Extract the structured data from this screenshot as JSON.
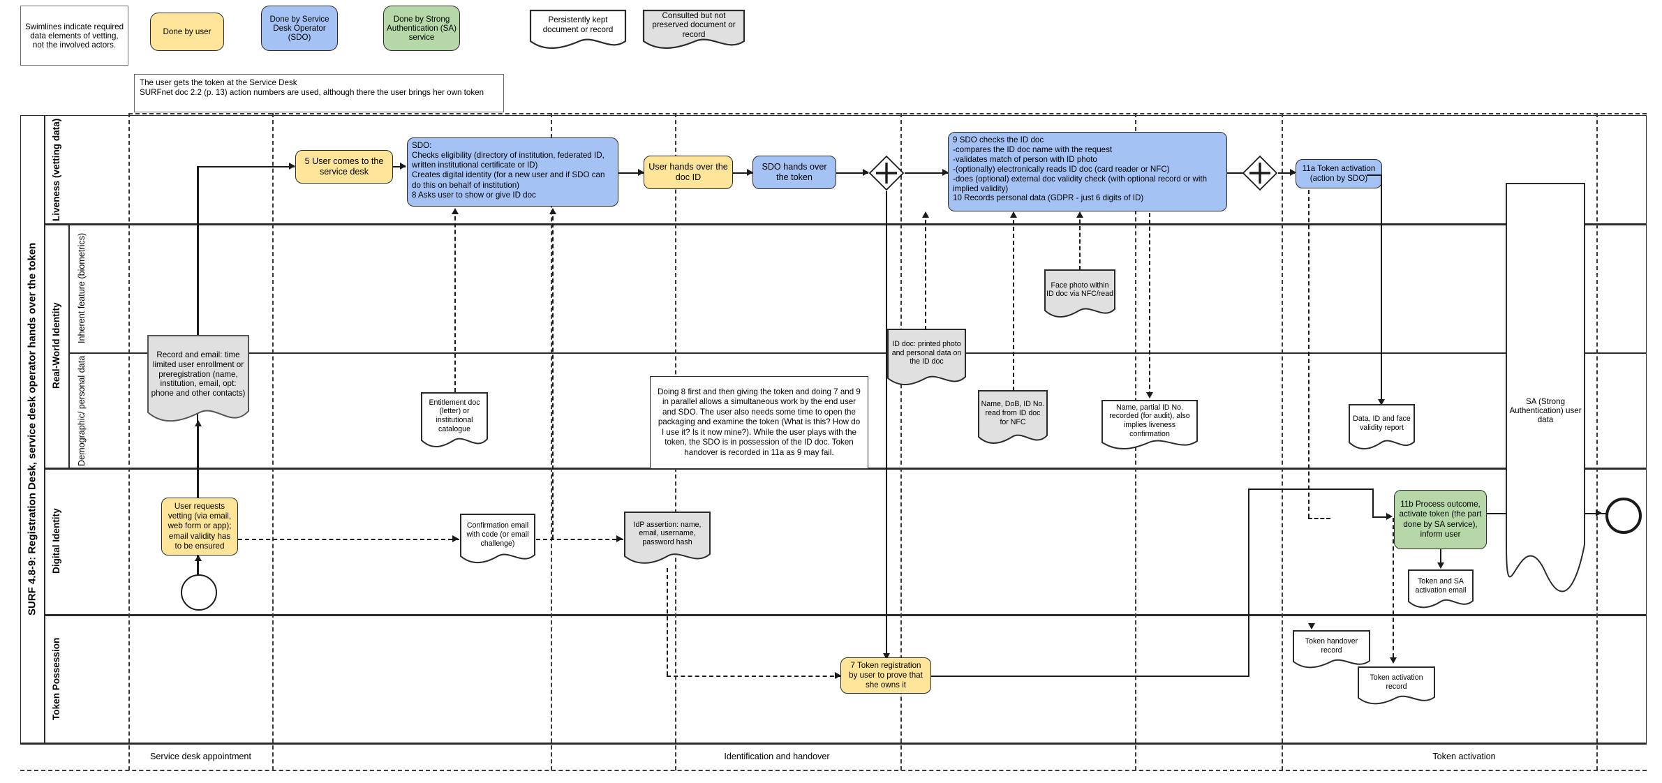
{
  "diagram": {
    "pool_title": "SURF 4.8-9: Registration Desk, service desk operator hands over the token",
    "swimlane_note": "Swimlines indicate required data elements of vetting, not the involved actors.",
    "header_note": "The user gets the token at the Service Desk\nSURFnet doc 2.2 (p. 13) action numbers are used, although there the user brings her own token"
  },
  "legend": {
    "items": [
      {
        "label": "Done by user",
        "color": "#ffe599",
        "shape": "rounded-task"
      },
      {
        "label": "Done by Service Desk Operator (SDO)",
        "color": "#a4c2f4",
        "shape": "rounded-task"
      },
      {
        "label": "Done by Strong Authentication (SA) service",
        "color": "#b6d7a8",
        "shape": "rounded-task"
      },
      {
        "label": "Persistently kept document or record",
        "color": "#ffffff",
        "shape": "document"
      },
      {
        "label": "Consulted but not preserved document or record",
        "color": "#e0e0e0",
        "shape": "document"
      }
    ]
  },
  "lanes": [
    {
      "id": "liveness",
      "label": "Liveness (vetting data)",
      "group": ""
    },
    {
      "id": "inherent",
      "label": "Inherent feature (biometrics)",
      "group": "Real-World Identity"
    },
    {
      "id": "demographic",
      "label": "Demographic/ personal data",
      "group": "Real-World Identity"
    },
    {
      "id": "digital",
      "label": "Digital Identity",
      "group": ""
    },
    {
      "id": "token",
      "label": "Token Possession",
      "group": ""
    }
  ],
  "phases": [
    {
      "label": "Service desk appointment"
    },
    {
      "label": "Identification and handover"
    },
    {
      "label": "Token activation"
    }
  ],
  "tasks": [
    {
      "id": "t5",
      "lane": "liveness",
      "kind": "user",
      "label": "5 User comes to the service desk"
    },
    {
      "id": "sdo_block",
      "lane": "liveness",
      "kind": "sdo",
      "label": "SDO:\nChecks eligibility (directory of institution, federated ID, written institutional certificate or ID)\nCreates digital identity (for a new user and if SDO can do this on behalf of institution)\n8 Asks user to show or give ID doc"
    },
    {
      "id": "t_user_doc",
      "lane": "liveness",
      "kind": "user",
      "label": "User hands over the doc ID"
    },
    {
      "id": "t_sdo_token",
      "lane": "liveness",
      "kind": "sdo",
      "label": "SDO hands over the token"
    },
    {
      "id": "t9",
      "lane": "liveness",
      "kind": "sdo",
      "label": "9 SDO checks the ID doc\n-compares the ID doc name with the request\n-validates match of person with ID photo\n-(optionally) electronically reads ID doc (card reader or NFC)\n-does (optional) external doc validity check (with optional record or with implied validity)\n10 Records personal data (GDPR - just 6 digits of ID)"
    },
    {
      "id": "t11a",
      "lane": "liveness",
      "kind": "sdo",
      "label": "11a Token activation (action by SDO)"
    },
    {
      "id": "t_request",
      "lane": "digital",
      "kind": "user",
      "label": "User requests vetting (via email, web form or app); email validity has to be ensured"
    },
    {
      "id": "t11b",
      "lane": "digital",
      "kind": "sa",
      "label": "11b Process outcome, activate token (the part done by SA service), inform user"
    },
    {
      "id": "t7",
      "lane": "token",
      "kind": "user",
      "label": "7 Token registration by user to prove that she owns it"
    }
  ],
  "documents": [
    {
      "id": "d_record_email",
      "lane": "demographic",
      "fill": "#e0e0e0",
      "label": "Record and email: time limited user enrollment or preregistration (name, institution, email, opt: phone and other contacts)"
    },
    {
      "id": "d_entitlement",
      "lane": "demographic",
      "fill": "#ffffff",
      "label": "Entitlement doc (letter) or institutional catalogue"
    },
    {
      "id": "d_id_doc",
      "lane": "demographic",
      "fill": "#e0e0e0",
      "label": "ID doc: printed photo and personal data on the ID doc"
    },
    {
      "id": "d_face_photo",
      "lane": "inherent",
      "fill": "#e0e0e0",
      "label": "Face photo within ID doc via NFC/read"
    },
    {
      "id": "d_name_dob",
      "lane": "demographic",
      "fill": "#e0e0e0",
      "label": "Name, DoB, ID No. read from ID doc for NFC"
    },
    {
      "id": "d_name_partial",
      "lane": "demographic",
      "fill": "#ffffff",
      "label": "Name, partial ID No. recorded (for audit), also implies liveness confirmation"
    },
    {
      "id": "d_validity_report",
      "lane": "demographic",
      "fill": "#ffffff",
      "label": "Data, ID and face validity report"
    },
    {
      "id": "d_conf_email",
      "lane": "digital",
      "fill": "#ffffff",
      "label": "Confirmation email with code (or email challenge)"
    },
    {
      "id": "d_idp_assertion",
      "lane": "digital",
      "fill": "#e0e0e0",
      "label": "IdP assertion: name, email, username, password hash"
    },
    {
      "id": "d_token_sa_email",
      "lane": "digital",
      "fill": "#ffffff",
      "label": "Token and SA activation email"
    },
    {
      "id": "d_token_handover",
      "lane": "token",
      "fill": "#ffffff",
      "label": "Token handover record"
    },
    {
      "id": "d_token_activation",
      "lane": "token",
      "fill": "#ffffff",
      "label": "Token activation record"
    }
  ],
  "notes": [
    {
      "id": "n_parallel",
      "label": "Doing 8 first and then giving the token and doing 7 and 9 in parallel allows a simultaneous work by the end user and SDO. The user also needs some time to open the packaging and examine the token (What is this? How do I use it? Is it now mine?). While the user plays with the token, the SDO is in possession of the ID doc. Token handover is recorded in 11a as 9 may fail."
    }
  ],
  "datastore": {
    "id": "sa_store",
    "label": "SA (Strong Authentication) user data"
  },
  "gateways": [
    {
      "id": "gw_split",
      "type": "parallel"
    },
    {
      "id": "gw_join",
      "type": "parallel"
    }
  ],
  "events": [
    {
      "id": "ev_start",
      "type": "start"
    },
    {
      "id": "ev_end",
      "type": "end"
    }
  ],
  "colors": {
    "user": "#ffe599",
    "sdo": "#a4c2f4",
    "sa": "#b6d7a8",
    "doc_kept": "#ffffff",
    "doc_consulted": "#e0e0e0",
    "stroke": "#2b2b2b"
  }
}
